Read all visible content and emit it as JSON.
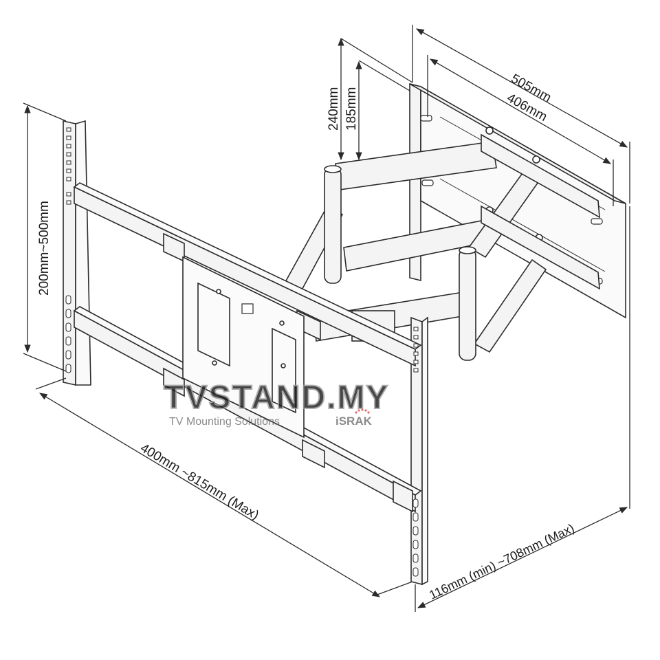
{
  "dimensions": {
    "width_outer": "505mm",
    "width_inner": "406mm",
    "height_outer": "240mm",
    "height_inner": "185mm",
    "vertical_range": "200mm~500mm",
    "horizontal_range": "400mm ~815mm (Max)",
    "extension": "116mm (min) ~708mm (Max)"
  },
  "watermark": {
    "brand": "TVSTAND.MY",
    "tagline": "TV Mounting Solutions",
    "partner": "iSRAK"
  },
  "colors": {
    "line": "#2b2b2b",
    "part_fill": "#f4f4f4",
    "watermark": "#9a9a9a",
    "partner_dots": "#d94b4b"
  }
}
